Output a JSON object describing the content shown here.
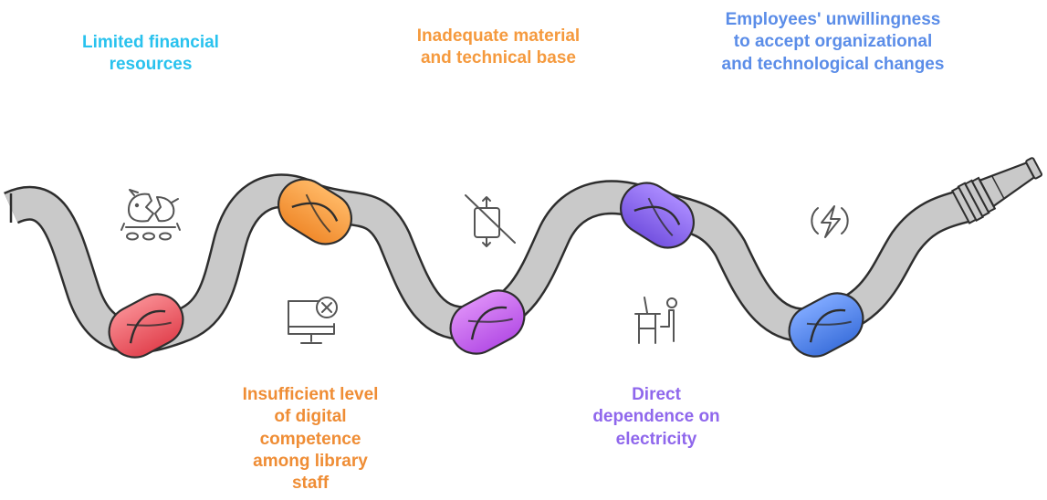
{
  "colors": {
    "rope_fill": "#c9c9c9",
    "rope_stroke": "#2e2e2e",
    "icon": "#555555"
  },
  "steps": [
    {
      "label": "Limited financial\nresources",
      "color": "#29c2ee",
      "knot_color": "#f2626b",
      "icon": "broken-piggy-bank-icon"
    },
    {
      "label": "Inadequate material\nand technical base",
      "color": "#f59a3e",
      "knot_color": "#f59a3e",
      "icon": "crossed-out-device-icon"
    },
    {
      "label": "Employees' unwillingness\nto accept organizational\nand technological changes",
      "color": "#5b8de8",
      "knot_color": "#5b8de8",
      "icon": "lightning-bolt-icon"
    },
    {
      "label": "Insufficient level\nof digital\ncompetence\namong library\nstaff",
      "color": "#ef8d35",
      "knot_color": "#c563ee",
      "icon": "computer-error-icon"
    },
    {
      "label": "Direct\ndependence on\nelectricity",
      "color": "#8f67ec",
      "knot_color": "#8f67ec",
      "icon": "person-at-desk-icon"
    }
  ]
}
